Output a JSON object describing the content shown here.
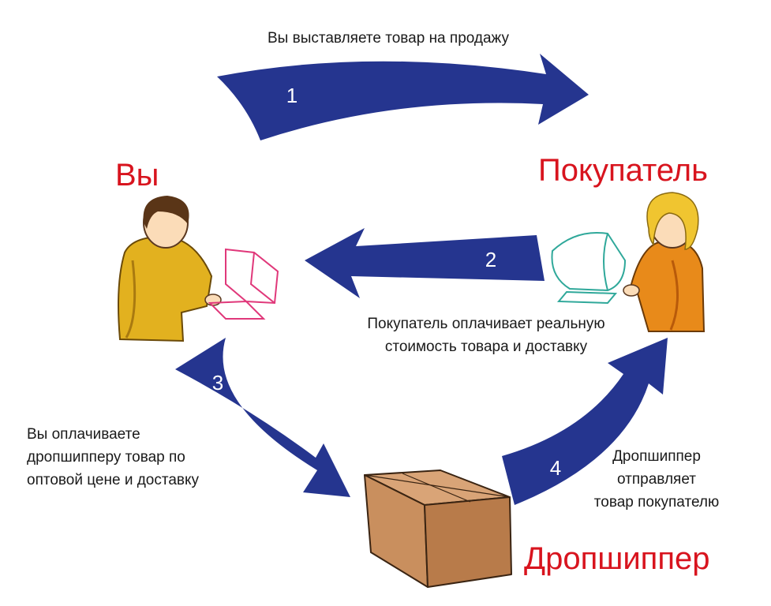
{
  "labels": {
    "you": "Вы",
    "buyer": "Покупатель",
    "dropshipper": "Дропшиппер"
  },
  "steps": [
    {
      "number": "1",
      "text": "Вы выставляете товар на продажу"
    },
    {
      "number": "2",
      "text": "Покупатель оплачивает реальную стоимость товара и доставку"
    },
    {
      "number": "3",
      "text": "Вы оплачиваете дропшипперу товар по оптовой цене и доставку"
    },
    {
      "number": "4",
      "text": "Дропшиппер отправляет товар покупателю"
    }
  ],
  "step_lines": {
    "s2_line1": "Покупатель оплачивает реальную",
    "s2_line2": "стоимость товара и доставку",
    "s3_line1": "Вы оплачиваете",
    "s3_line2": "дропшипперу товар по",
    "s3_line3": "оптовой цене и доставку",
    "s4_line1": "Дропшиппер",
    "s4_line2": "отправляет",
    "s4_line3": "товар покупателю"
  },
  "colors": {
    "arrow": "#25358f",
    "title_red": "#d8141e",
    "box": "#c98f5e",
    "you_shirt": "#e2b11f",
    "buyer_shirt": "#e88a1a"
  }
}
